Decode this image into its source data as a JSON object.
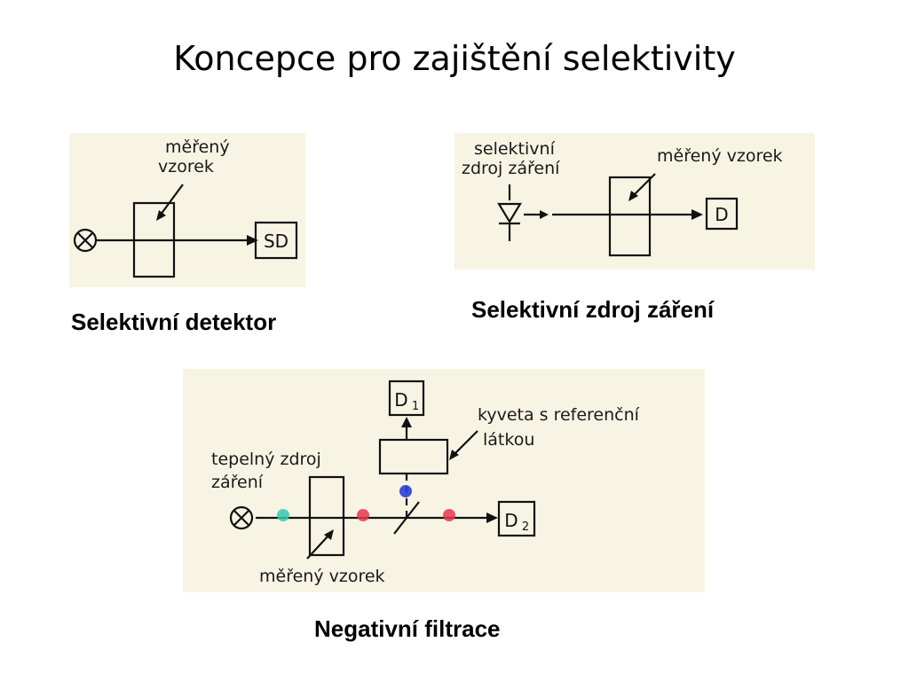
{
  "slide": {
    "title": "Koncepce pro zajištění selektivity"
  },
  "panels": {
    "detector": {
      "caption": "Selektivní detektor",
      "label_line1": "měřený",
      "label_line2": "vzorek",
      "box": "SD"
    },
    "source": {
      "caption": "Selektivní zdroj záření",
      "source_line1": "selektivní",
      "source_line2": "zdroj záření",
      "sample_label": "měřený  vzorek",
      "box": "D"
    },
    "negative": {
      "caption": "Negativní filtrace",
      "source_line1": "tepelný zdroj",
      "source_line2": "záření",
      "cuvette_line1": "kyveta s referenční",
      "cuvette_line2": "látkou",
      "sample_label": "měřený  vzorek",
      "d1": "D",
      "d1_sub": "1",
      "d2": "D",
      "d2_sub": "2"
    }
  },
  "colors": {
    "panel_bg": "#f7f4e4",
    "dot_cyan": "#33c9b0",
    "dot_red": "#e8364f",
    "dot_blue": "#2a3fd8"
  }
}
